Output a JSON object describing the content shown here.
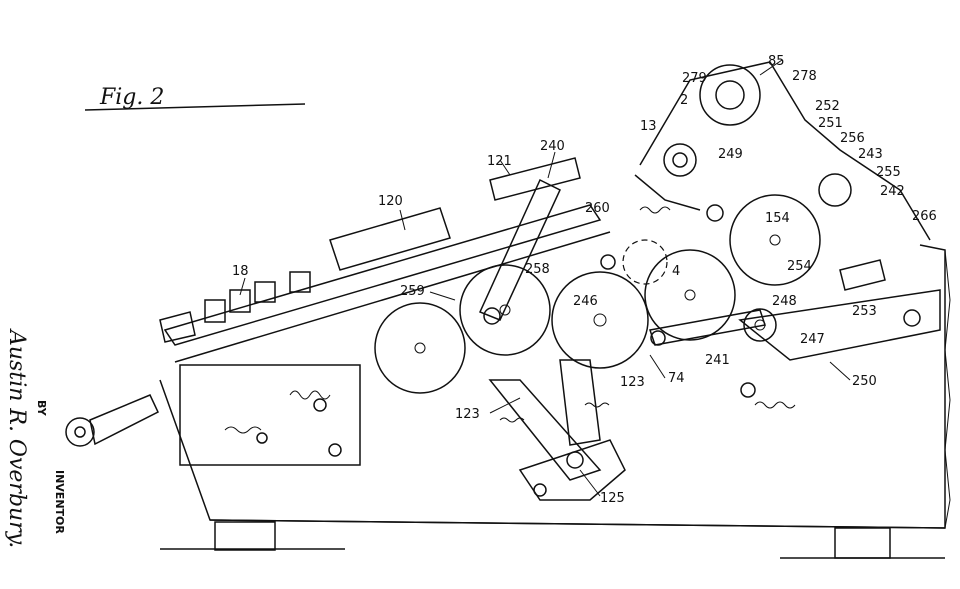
{
  "figure": {
    "label": "Fig. 2"
  },
  "inventor": {
    "caption": "INVENTOR",
    "name": "Austin R. Overbury.",
    "by": "BY"
  },
  "reference_numerals": [
    "85",
    "279",
    "278",
    "2",
    "13",
    "252",
    "251",
    "256",
    "243",
    "255",
    "249",
    "121",
    "240",
    "242",
    "266",
    "260",
    "120",
    "154",
    "18",
    "4",
    "254",
    "259",
    "258",
    "246",
    "248",
    "253",
    "247",
    "74",
    "241",
    "123",
    "123",
    "250",
    "125"
  ]
}
